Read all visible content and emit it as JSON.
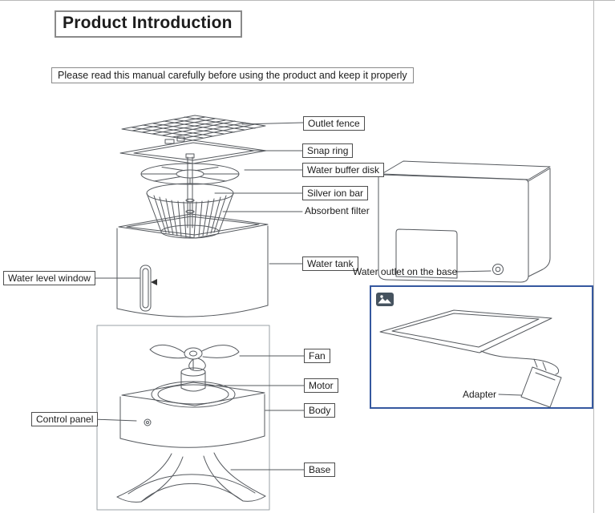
{
  "page": {
    "title": "Product Introduction",
    "notice": "Please read this manual carefully before using the product and keep it properly"
  },
  "exploded_labels": {
    "outlet_fence": "Outlet fence",
    "snap_ring": "Snap ring",
    "water_buffer_disk": "Water buffer disk",
    "silver_ion_bar": "Silver ion bar",
    "absorbent_filter": "Absorbent filter",
    "water_tank": "Water tank",
    "water_level_window": "Water level window",
    "fan": "Fan",
    "motor": "Motor",
    "body": "Body",
    "control_panel": "Control panel",
    "base": "Base"
  },
  "assembled_labels": {
    "water_outlet": "Water outlet on the base",
    "adapter": "Adapter"
  },
  "icons": {
    "image_icon": "image-icon"
  },
  "colors": {
    "accent_box_border": "#35589f",
    "line_art": "#55595e",
    "page_frame": "#b9b9b9"
  }
}
